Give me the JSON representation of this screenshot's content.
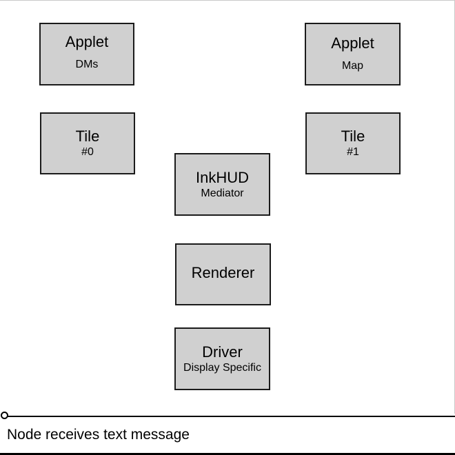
{
  "boxes": {
    "applet_dms": {
      "title": "Applet",
      "subtitle": "DMs"
    },
    "applet_map": {
      "title": "Applet",
      "subtitle": "Map"
    },
    "tile_0": {
      "title": "Tile",
      "subtitle": "#0"
    },
    "tile_1": {
      "title": "Tile",
      "subtitle": "#1"
    },
    "inkhud": {
      "title": "InkHUD",
      "subtitle": "Mediator"
    },
    "renderer": {
      "title": "Renderer"
    },
    "driver": {
      "title": "Driver",
      "subtitle": "Display Specific"
    }
  },
  "timeline": {
    "caption": "Node receives text message"
  },
  "colors": {
    "box_fill": "#d0d0d0",
    "box_border": "#1a1a1a",
    "background": "#ffffff"
  }
}
